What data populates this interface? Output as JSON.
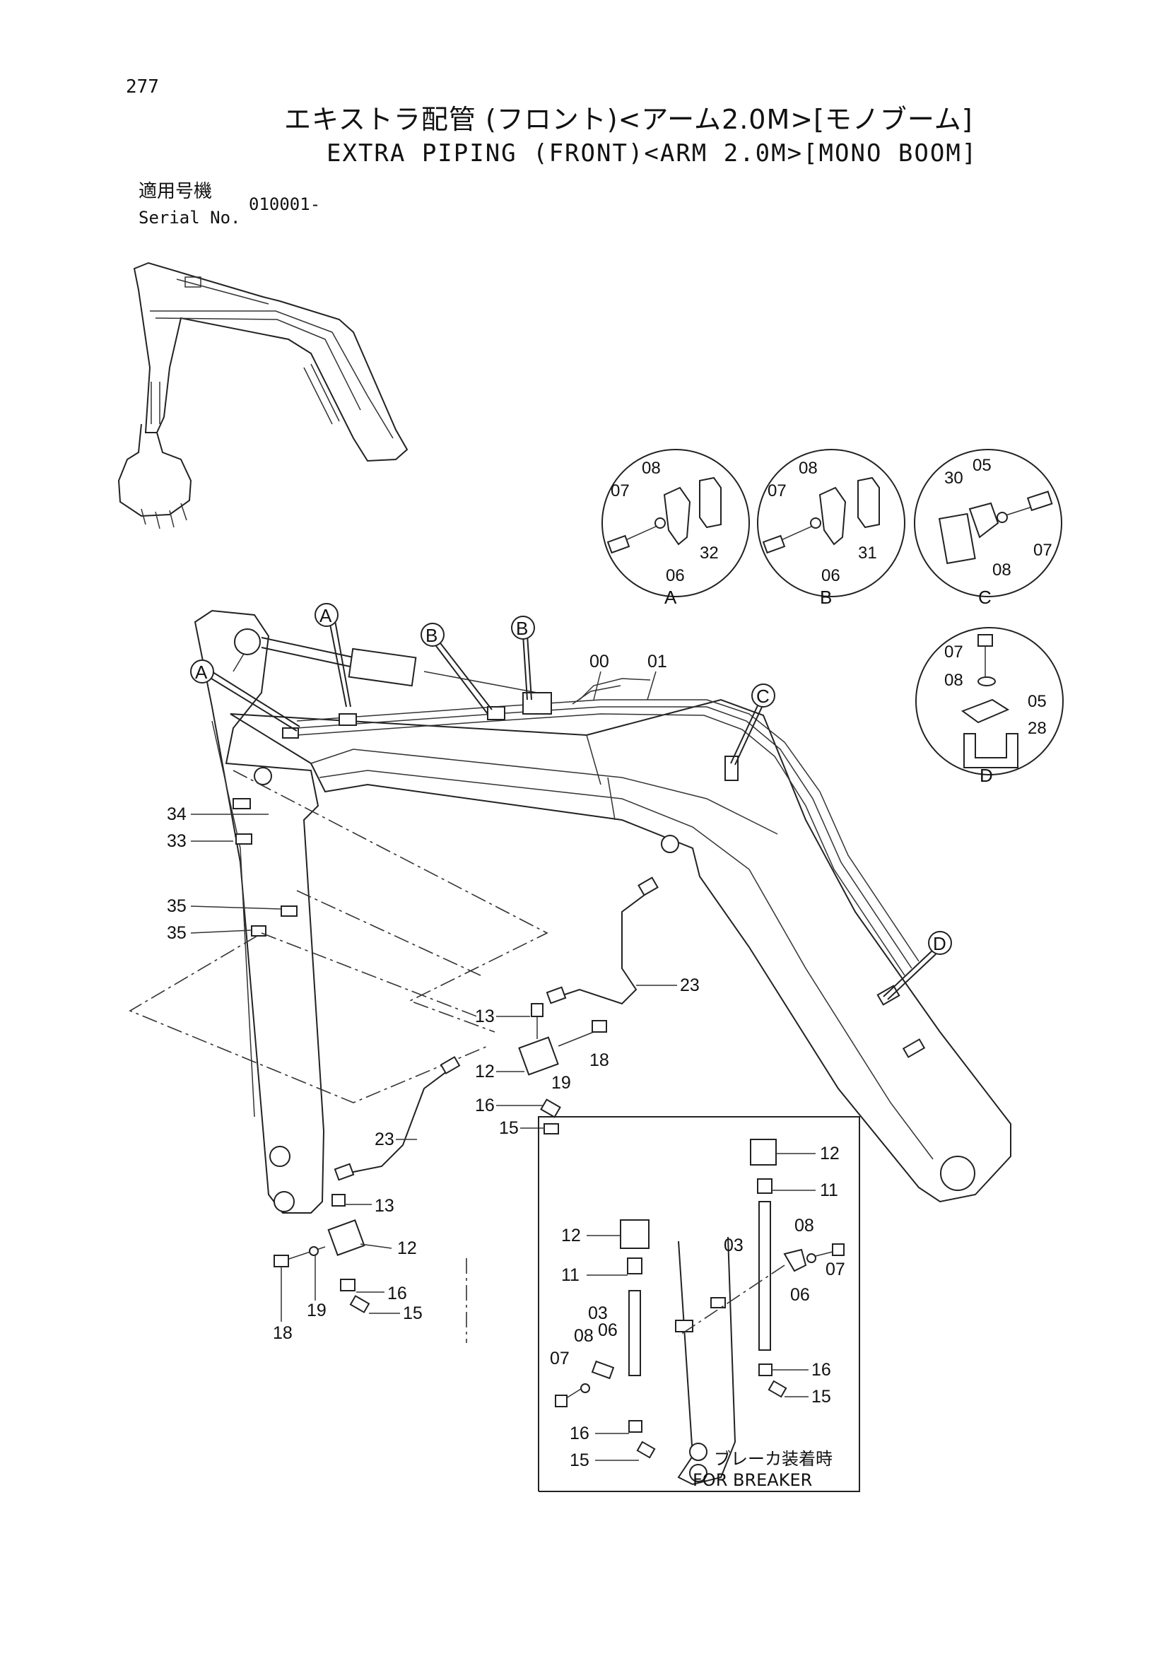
{
  "header": {
    "page_number": "277",
    "title_jp": "エキストラ配管 (フロント)<アーム2.0M>[モノブーム]",
    "title_en": "EXTRA PIPING (FRONT)<ARM 2.0M>[MONO BOOM]",
    "serial_label_jp": "適用号機",
    "serial_label_en": "Serial No.",
    "serial_value": "010001-"
  },
  "details": [
    {
      "letter": "A",
      "parts": [
        "07",
        "08",
        "06",
        "32"
      ]
    },
    {
      "letter": "B",
      "parts": [
        "07",
        "08",
        "06",
        "31"
      ]
    },
    {
      "letter": "C",
      "parts": [
        "30",
        "05",
        "07",
        "08"
      ]
    },
    {
      "letter": "D",
      "parts": [
        "07",
        "08",
        "05",
        "28"
      ]
    }
  ],
  "callouts": {
    "a": "A",
    "b": "B",
    "c": "C",
    "d": "D"
  },
  "part_labels": {
    "p00": "00",
    "p01": "01",
    "p03": "03",
    "p05": "05",
    "p06": "06",
    "p07": "07",
    "p08": "08",
    "p11": "11",
    "p12": "12",
    "p13": "13",
    "p15": "15",
    "p16": "16",
    "p18": "18",
    "p19": "19",
    "p23": "23",
    "p33": "33",
    "p34": "34",
    "p35": "35"
  },
  "breaker": {
    "label_jp": "ブレーカ装着時",
    "label_en": "FOR BREAKER"
  },
  "colors": {
    "ink": "#111111",
    "paper": "#ffffff"
  }
}
